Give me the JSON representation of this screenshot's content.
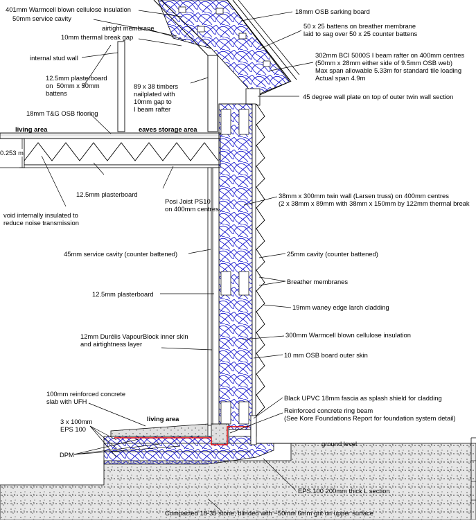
{
  "labels": {
    "warmcell_roof": "401mm Warmcell blown cellulose insulation",
    "service_cavity_roof": "50mm service cavity",
    "airtight_membrane": "airtight membrane",
    "thermal_break_gap": "10mm thermal break gap",
    "internal_stud_wall": "internal stud wall",
    "plasterboard_ceiling": "12.5mm plasterboard\non  50mm x 50mm\nbattens",
    "timbers_nailplated": "89 x 38 timbers\nnailplated with\n10mm gap to\nI beam rafter",
    "osb_sarking": "18mm OSB sarking board",
    "battens": "50 x 25 battens on breather membrane\nlaid to sag over 50 x 25 counter battens",
    "rafter": "302mm BCI 5000S I beam rafter on 400mm centres\n(50mm x 28mm either side of 9.5mm OSB web)\nMax span allowable 5.33m for standard tile loading\nActual span 4.9m",
    "wall_plate": "45 degree wall plate on top of outer twin wall section",
    "tg_flooring": "18mm T&G OSB flooring",
    "living_area_upper": "living area",
    "eaves_storage": "eaves storage area",
    "dim_0253": "0.253 m",
    "plasterboard_joist": "12.5mm plasterboard",
    "posi_joist": "Posi Joist PS10\non 400mm centres",
    "void_insulated": "void internally insulated to\nreduce noise transmission",
    "twin_wall": "38mm x 300mm twin wall (Larsen truss) on 400mm centres\n(2 x 38mm x 89mm with 38mm x 150mm by 122mm thermal break",
    "service_cavity_wall": "45mm service cavity (counter battened)",
    "cavity_25": "25mm cavity (counter battened)",
    "breather_membranes": "Breather membranes",
    "plasterboard_wall": "12.5mm plasterboard",
    "larch_cladding": "19mm waney edge larch cladding",
    "vapourblock": "12mm Durélis VapourBlock inner skin\nand airtightness layer",
    "warmcell_wall": "300mm Warmcell blown cellulose insulation",
    "osb_outer": "10 mm OSB board outer skin",
    "concrete_slab": "100mm reinforced concrete\nslab with UFH",
    "fascia": "Black UPVC 18mm fascia as splash shield for cladding",
    "eps_layers": "3 x 100mm\nEPS 100",
    "living_area_lower": "living area",
    "ring_beam": "Reinforced concrete ring beam\n(See Kore Foundations Report for foundation system detail)",
    "dpm": "DPM",
    "ground_level": "ground level",
    "eps_l_section": "EPS 100 200mm thick L section",
    "compacted_stone": "Compacted 18-35 stone, blinded with ~50mm 6mm grit on upper surface"
  }
}
